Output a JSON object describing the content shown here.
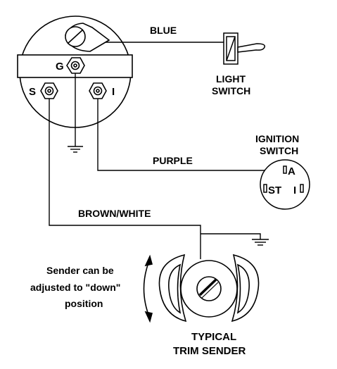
{
  "gauge": {
    "terminal_g": "G",
    "terminal_s": "S",
    "terminal_i": "I"
  },
  "wires": {
    "blue": "BLUE",
    "purple": "PURPLE",
    "brown_white": "BROWN/WHITE"
  },
  "light_switch": {
    "line1": "LIGHT",
    "line2": "SWITCH"
  },
  "ignition_switch": {
    "line1": "IGNITION",
    "line2": "SWITCH",
    "terminal_a": "A",
    "terminal_st": "ST",
    "terminal_i": "I"
  },
  "sender_note": {
    "line1": "Sender can be",
    "line2": "adjusted to \"down\"",
    "line3": "position"
  },
  "trim_sender": {
    "line1": "TYPICAL",
    "line2": "TRIM SENDER"
  },
  "colors": {
    "line": "#000000",
    "background": "#ffffff"
  }
}
